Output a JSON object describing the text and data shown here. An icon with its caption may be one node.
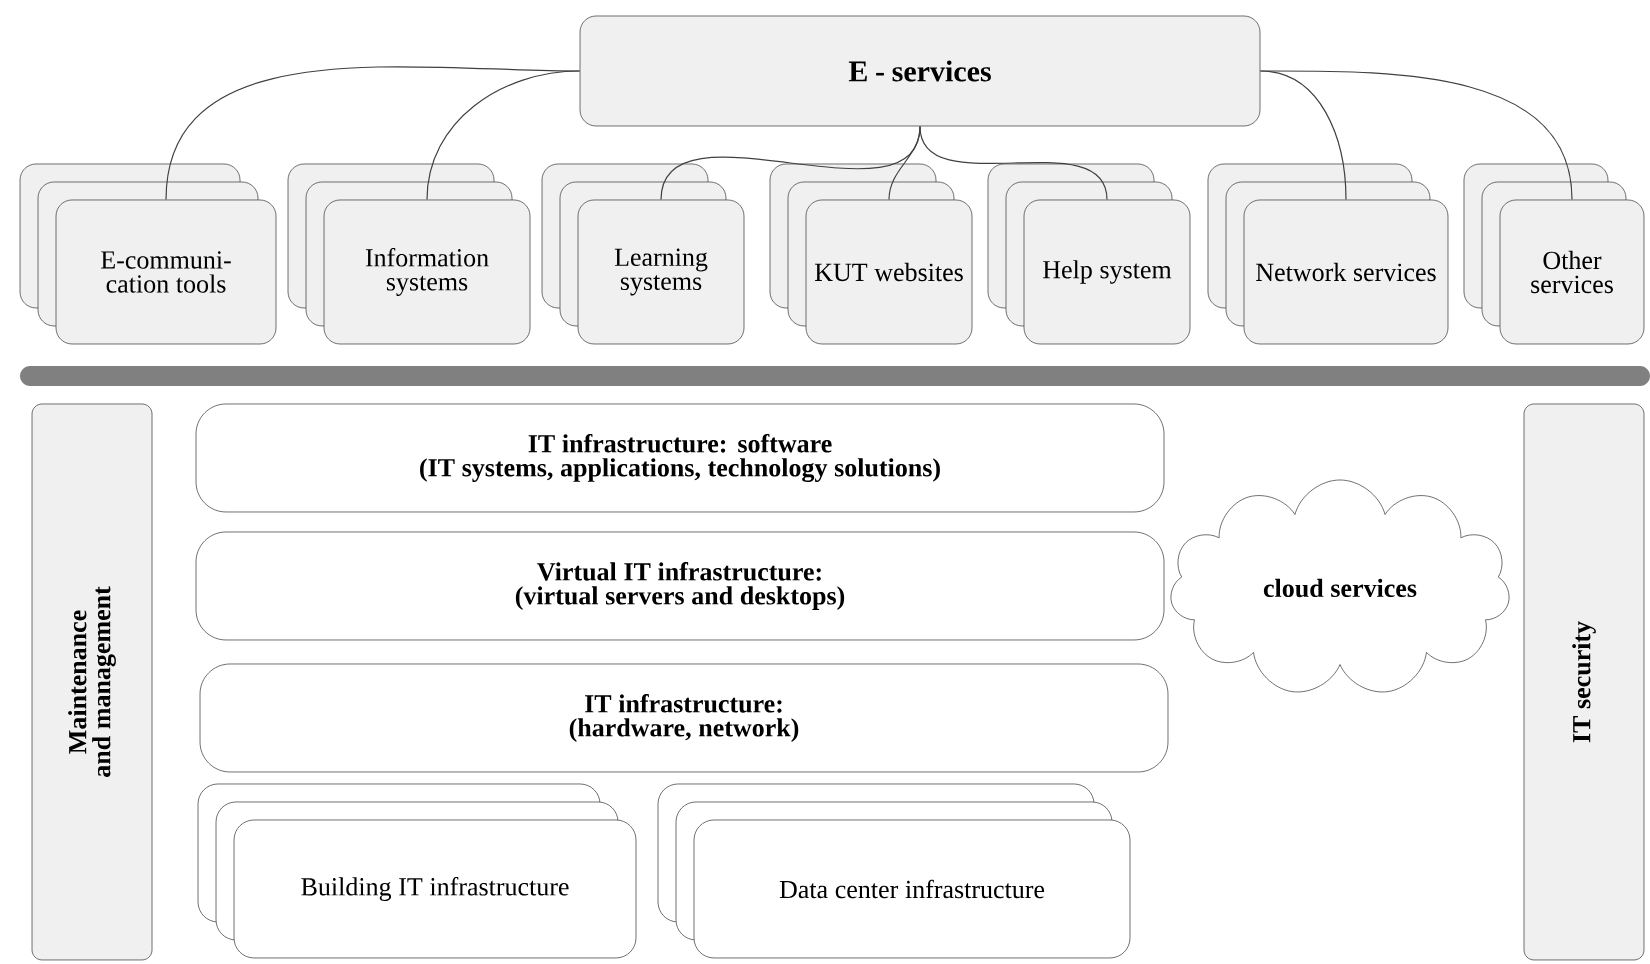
{
  "diagram": {
    "nodes": [
      {
        "text": [
          "E - services"
        ]
      },
      {
        "text": [
          "E-communi- cation tools"
        ]
      },
      {
        "text": [
          "Information systems"
        ]
      },
      {
        "text": [
          "Learning systems"
        ]
      },
      {
        "text": [
          "KUT websites"
        ]
      },
      {
        "text": [
          "Help system"
        ]
      },
      {
        "text": [
          "Network services"
        ]
      },
      {
        "text": [
          "Other services"
        ]
      },
      {
        "text": [
          "Maintenance and management"
        ]
      },
      {
        "text": [
          "IT infrastructure: software",
          "(IT systems, applications, technology solutions)"
        ]
      },
      {
        "text": [
          "Virtual IT infrastructure:",
          "(virtual servers and desktops)"
        ]
      },
      {
        "text": [
          "IT infrastructure:",
          "(hardware, network)"
        ]
      },
      {
        "text": [
          "Building IT infrastructure"
        ]
      },
      {
        "text": [
          "Data center infrastructure"
        ]
      },
      {
        "text": [
          "cloud services"
        ]
      },
      {
        "text": [
          "IT security"
        ]
      }
    ],
    "edges": [
      {
        "from": 0,
        "to": 1,
        "arrow": "none"
      },
      {
        "from": 0,
        "to": 2,
        "arrow": "none"
      },
      {
        "from": 0,
        "to": 3,
        "arrow": "none"
      },
      {
        "from": 0,
        "to": 4,
        "arrow": "none"
      },
      {
        "from": 0,
        "to": 5,
        "arrow": "none"
      },
      {
        "from": 0,
        "to": 6,
        "arrow": "none"
      },
      {
        "from": 0,
        "to": 7,
        "arrow": "none"
      }
    ]
  }
}
